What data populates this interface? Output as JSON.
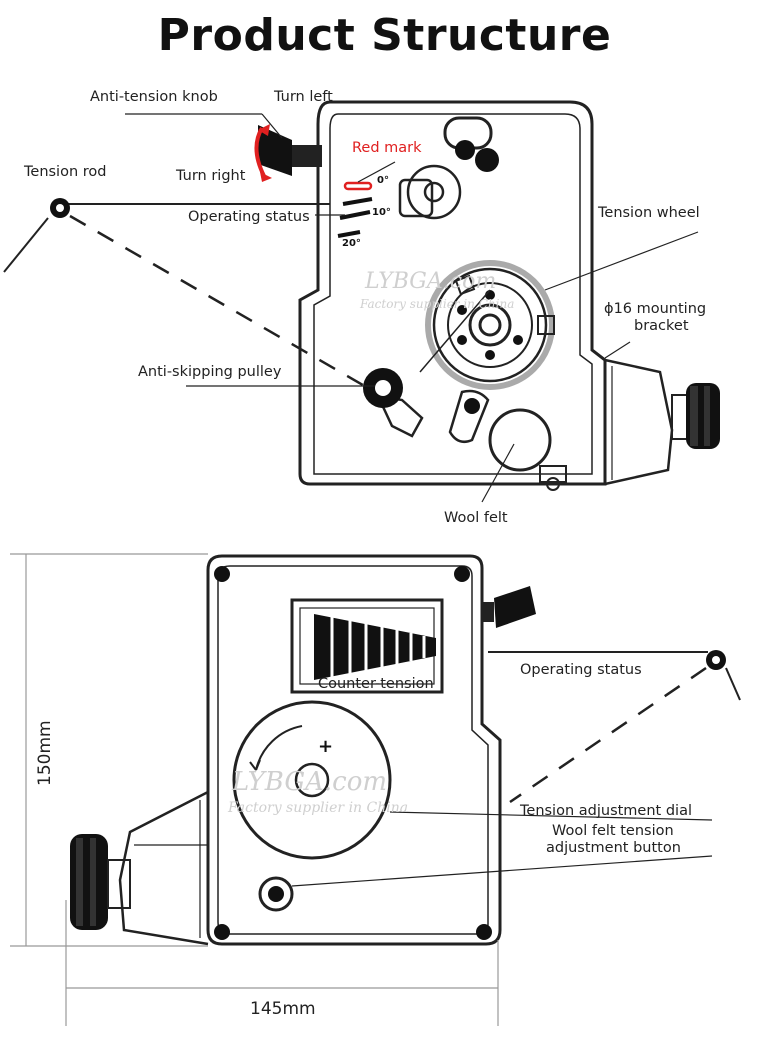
{
  "title": "Product Structure",
  "top_labels": {
    "anti_tension_knob": "Anti-tension knob",
    "turn_left": "Turn left",
    "turn_right": "Turn right",
    "red_mark": "Red mark",
    "tension_rod": "Tension rod",
    "operating_status": "Operating status",
    "tension_wheel": "Tension wheel",
    "mounting_bracket_1": "ϕ16 mounting",
    "mounting_bracket_2": "bracket",
    "anti_skipping_pulley": "Anti-skipping pulley",
    "wool_felt": "Wool felt"
  },
  "bottom_labels": {
    "counter_tension": "Counter-tension",
    "operating_status": "Operating status",
    "tension_adjustment_dial": "Tension adjustment dial",
    "wool_felt_button_1": "Wool felt tension",
    "wool_felt_button_2": "adjustment button"
  },
  "dimensions": {
    "height": "150mm",
    "width": "145mm"
  },
  "scale_marks": [
    "0°",
    "10°",
    "20°"
  ],
  "watermark": {
    "line1": "LYBGA.com",
    "line2": "Factory supplier in China"
  },
  "colors": {
    "accent": "#e02020",
    "ink": "#222222"
  }
}
